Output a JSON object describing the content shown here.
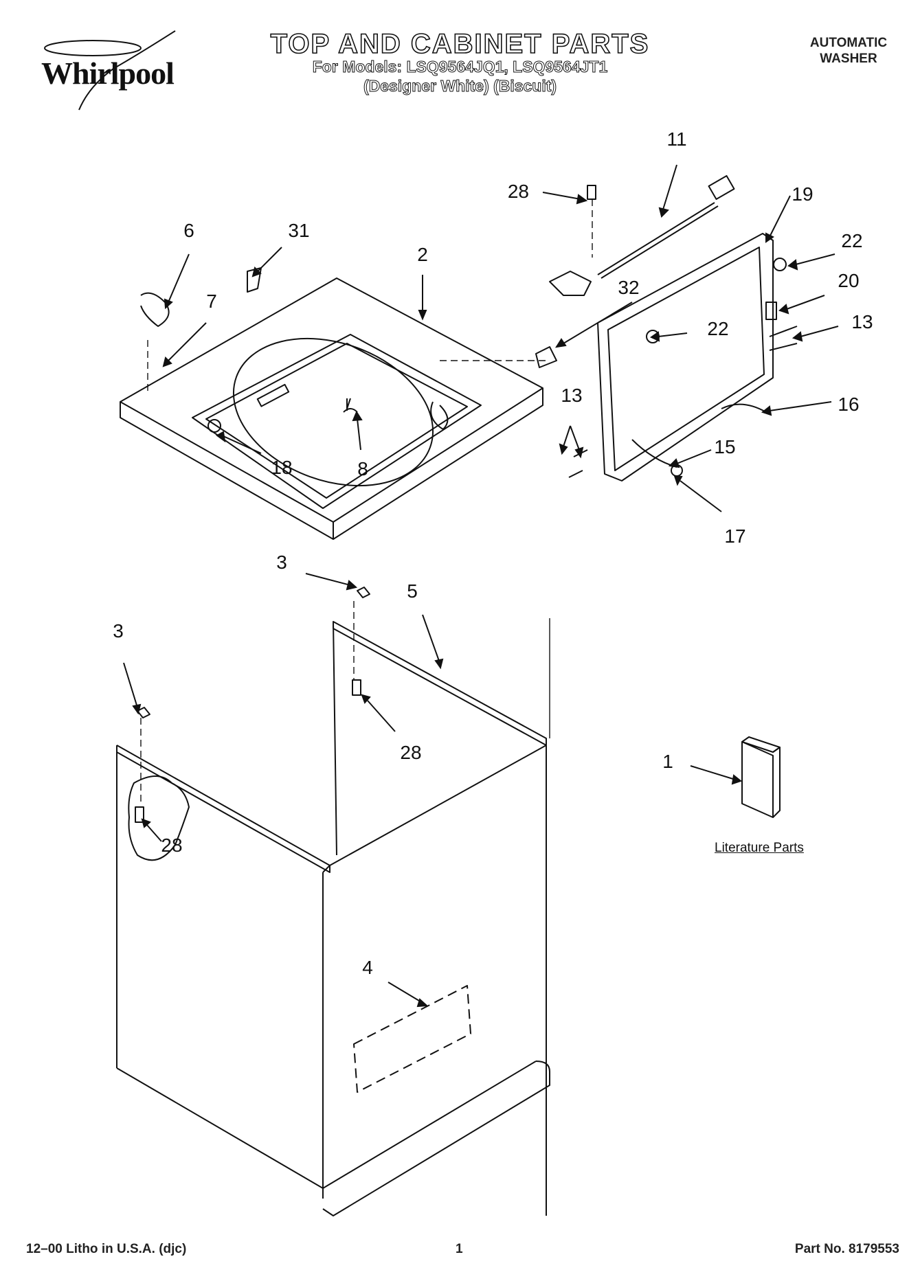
{
  "brand": {
    "name": "Whirlpool"
  },
  "header": {
    "title": "TOP AND CABINET PARTS",
    "models_line": "For Models: LSQ9564JQ1, LSQ9564JT1",
    "variants_line": "(Designer White)  (Biscuit)",
    "product_line1": "AUTOMATIC",
    "product_line2": "WASHER"
  },
  "diagram": {
    "callouts": [
      "11",
      "28",
      "19",
      "22",
      "6",
      "31",
      "2",
      "20",
      "7",
      "32",
      "22",
      "13",
      "13",
      "16",
      "15",
      "18",
      "8",
      "17",
      "3",
      "5",
      "3",
      "28",
      "1",
      "28",
      "4"
    ],
    "literature_label": "Literature Parts"
  },
  "footer": {
    "litho": "12–00 Litho in U.S.A. (djc)",
    "page": "1",
    "part_no": "Part No. 8179553"
  }
}
